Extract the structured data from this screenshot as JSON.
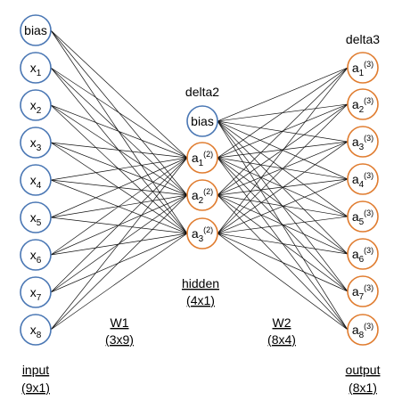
{
  "layers": {
    "input": {
      "nodes": [
        {
          "base": "bias",
          "sub": "",
          "sup": ""
        },
        {
          "base": "x",
          "sub": "1",
          "sup": ""
        },
        {
          "base": "x",
          "sub": "2",
          "sup": ""
        },
        {
          "base": "x",
          "sub": "3",
          "sup": ""
        },
        {
          "base": "x",
          "sub": "4",
          "sup": ""
        },
        {
          "base": "x",
          "sub": "5",
          "sup": ""
        },
        {
          "base": "x",
          "sub": "6",
          "sup": ""
        },
        {
          "base": "x",
          "sub": "7",
          "sup": ""
        },
        {
          "base": "x",
          "sub": "8",
          "sup": ""
        }
      ],
      "color": "#4a77b4",
      "label": "input",
      "dims": "(9x1)"
    },
    "hidden": {
      "heading": "delta2",
      "nodes": [
        {
          "base": "bias",
          "sub": "",
          "sup": "",
          "color": "#4a77b4"
        },
        {
          "base": "a",
          "sub": "1",
          "sup": "(2)",
          "color": "#e07c2f"
        },
        {
          "base": "a",
          "sub": "2",
          "sup": "(2)",
          "color": "#e07c2f"
        },
        {
          "base": "a",
          "sub": "3",
          "sup": "(2)",
          "color": "#e07c2f"
        }
      ],
      "label": "hidden",
      "dims": "(4x1)"
    },
    "output": {
      "heading": "delta3",
      "nodes": [
        {
          "base": "a",
          "sub": "1",
          "sup": "(3)"
        },
        {
          "base": "a",
          "sub": "2",
          "sup": "(3)"
        },
        {
          "base": "a",
          "sub": "3",
          "sup": "(3)"
        },
        {
          "base": "a",
          "sub": "4",
          "sup": "(3)"
        },
        {
          "base": "a",
          "sub": "5",
          "sup": "(3)"
        },
        {
          "base": "a",
          "sub": "6",
          "sup": "(3)"
        },
        {
          "base": "a",
          "sub": "7",
          "sup": "(3)"
        },
        {
          "base": "a",
          "sub": "8",
          "sup": "(3)"
        }
      ],
      "color": "#e07c2f",
      "label": "output",
      "dims": "(8x1)"
    }
  },
  "weights": {
    "w1": {
      "label": "W1",
      "dims": "(3x9)"
    },
    "w2": {
      "label": "W2",
      "dims": "(8x4)"
    }
  },
  "connections": {
    "input_to_hidden": "all input nodes to a1(2), a2(2), a3(2)",
    "hidden_to_output": "all hidden nodes including bias to all output nodes"
  }
}
